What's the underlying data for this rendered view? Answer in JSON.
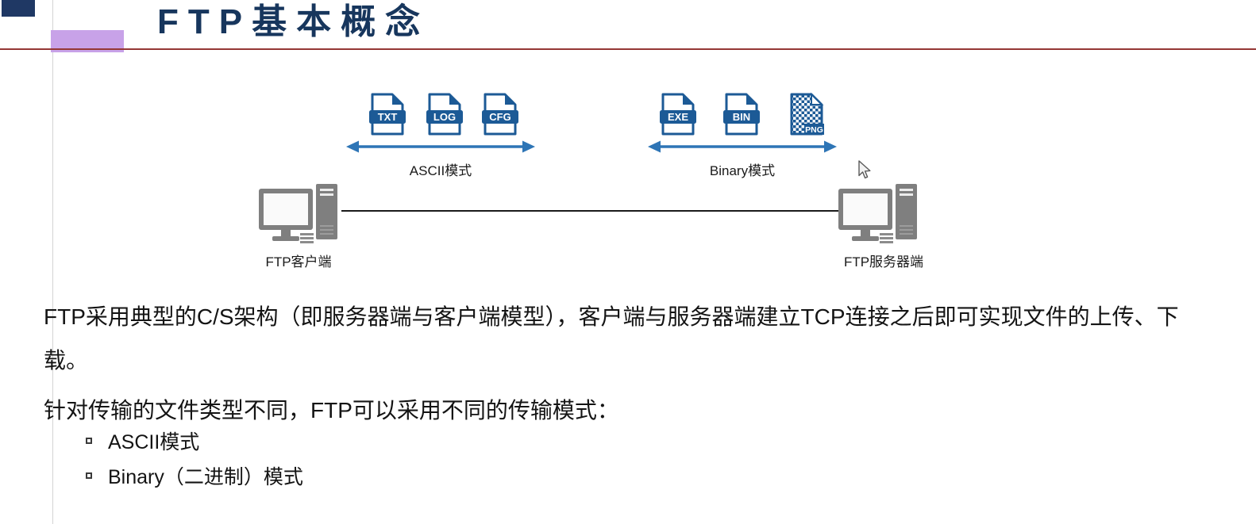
{
  "slide": {
    "title": "FTP基本概念"
  },
  "diagram": {
    "ascii_group": {
      "files": [
        "TXT",
        "LOG",
        "CFG"
      ],
      "label": "ASCII模式"
    },
    "binary_group": {
      "files": [
        "EXE",
        "BIN",
        "PNG"
      ],
      "label": "Binary模式"
    },
    "client_label": "FTP客户端",
    "server_label": "FTP服务器端"
  },
  "body": {
    "paragraph1": "FTP采用典型的C/S架构（即服务器端与客户端模型），客户端与服务器端建立TCP连接之后即可实现文件的上传、下载。",
    "paragraph2": "针对传输的文件类型不同，FTP可以采用不同的传输模式：",
    "bullets": [
      "ASCII模式",
      "Binary（二进制）模式"
    ]
  },
  "colors": {
    "title": "#17365D",
    "rule": "#953735",
    "corner_square": "#1F3864",
    "corner_bar": "#C8A2E8",
    "icon_blue": "#1C5A96",
    "arrow_blue": "#2E75B6",
    "computer_gray": "#7F7F7F",
    "text": "#141414"
  }
}
